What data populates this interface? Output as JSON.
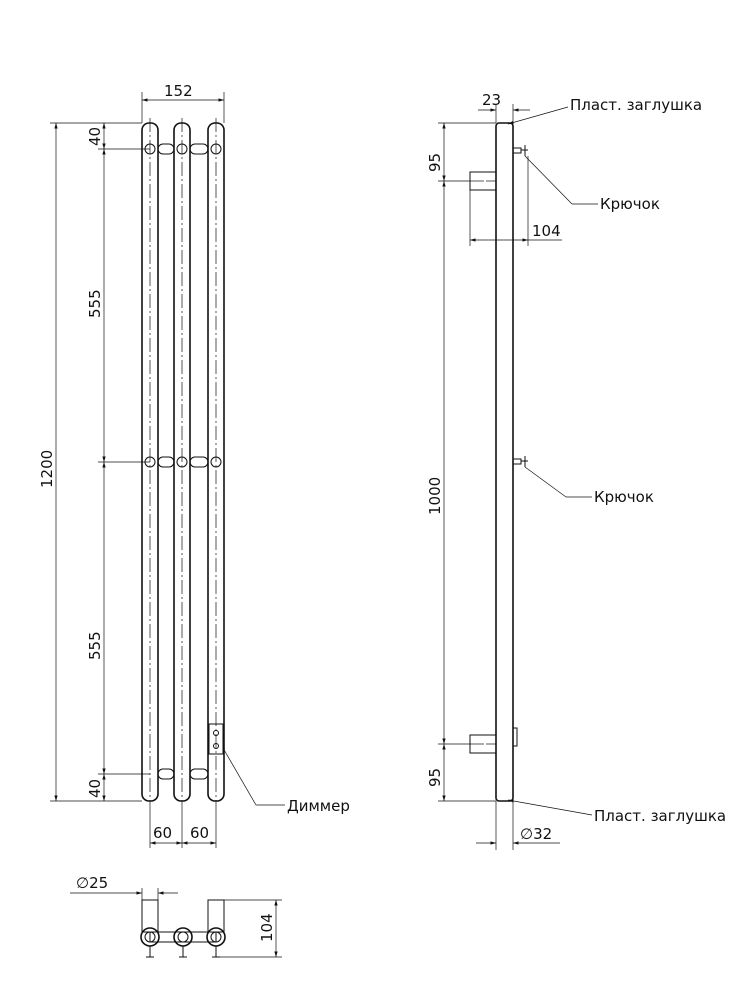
{
  "front_view": {
    "width_total": "152",
    "height_total": "1200",
    "offset_top": "40",
    "span_upper": "555",
    "span_lower": "555",
    "offset_bottom": "40",
    "pitch_left": "60",
    "pitch_right": "60",
    "dimmer_label": "Диммер"
  },
  "side_view": {
    "top_offset": "23",
    "cap_top_label": "Пласт. заглушка",
    "bracket_offset_top": "95",
    "hook_top_label": "Крючок",
    "depth": "104",
    "mount_span": "1000",
    "hook_mid_label": "Крючок",
    "bracket_offset_bottom": "95",
    "cap_bottom_label": "Пласт. заглушка",
    "tube_diameter": "∅32"
  },
  "top_view": {
    "tube_diameter": "∅25",
    "depth": "104"
  }
}
